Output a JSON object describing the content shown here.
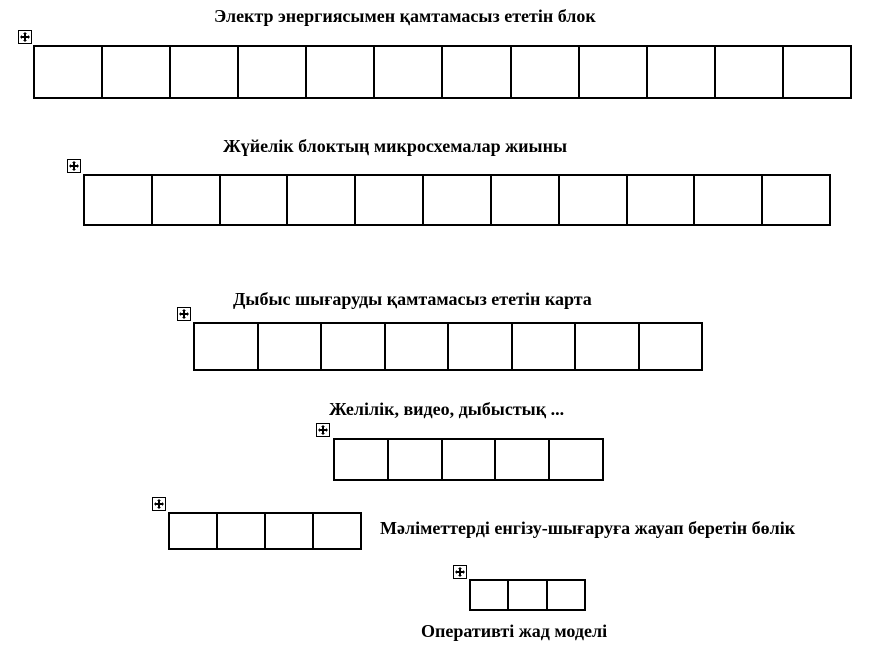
{
  "rows": [
    {
      "title": "Электр энергиясымен қамтамасыз ететін блок",
      "cells": 12,
      "handle_icon": "move-handle-icon"
    },
    {
      "title": "Жүйелік блоктың микросхемалар жиыны",
      "cells": 11,
      "handle_icon": "move-handle-icon"
    },
    {
      "title": "Дыбыс шығаруды қамтамасыз ететін карта",
      "cells": 8,
      "handle_icon": "move-handle-icon"
    },
    {
      "title": "Желілік, видео, дыбыстық ...",
      "cells": 5,
      "handle_icon": "move-handle-icon"
    },
    {
      "title": "Мәліметтерді енгізу-шығаруға жауап беретін бөлік",
      "cells": 4,
      "handle_icon": "move-handle-icon"
    },
    {
      "title": "Оперативті жад моделі",
      "cells": 3,
      "handle_icon": "move-handle-icon"
    }
  ]
}
